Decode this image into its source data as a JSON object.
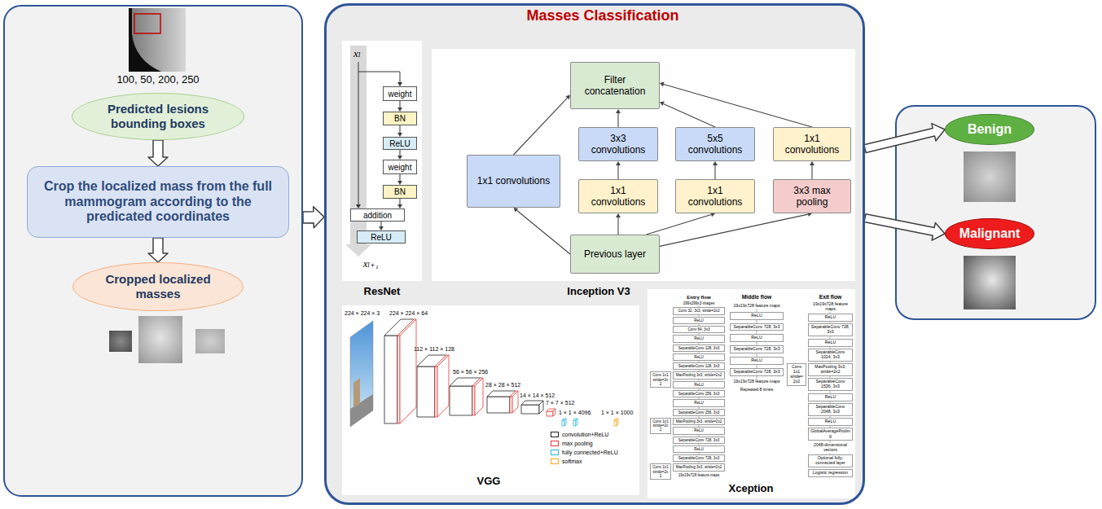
{
  "diagram": {
    "nodes": [
      {
        "text": [
          "100, 50, 200, 250"
        ]
      },
      {
        "text": [
          "Predicted lesions bounding boxes"
        ],
        "in": 0
      },
      {
        "text": [
          "Crop the localized mass from the full mammogram according to the predicated coordinates"
        ],
        "in": 0
      },
      {
        "text": [
          "Cropped localized masses"
        ],
        "in": 0
      },
      {
        "text": [
          "Masses Classification"
        ]
      },
      {
        "text": [
          "ResNet"
        ],
        "in": 4
      },
      {
        "text": [
          "weight"
        ],
        "in": 5
      },
      {
        "text": [
          "BN"
        ],
        "in": 5
      },
      {
        "text": [
          "ReLU"
        ],
        "in": 5
      },
      {
        "text": [
          "weight"
        ],
        "in": 5
      },
      {
        "text": [
          "BN"
        ],
        "in": 5
      },
      {
        "text": [
          "addition"
        ],
        "in": 5
      },
      {
        "text": [
          "ReLU"
        ],
        "in": 5
      },
      {
        "text": [
          "Inception V3"
        ],
        "in": 4
      },
      {
        "text": [
          "Filter concatenation"
        ],
        "in": 13
      },
      {
        "text": [
          "1x1 convolutions"
        ],
        "in": 13
      },
      {
        "text": [
          "3x3 convolutions"
        ],
        "in": 13
      },
      {
        "text": [
          "5x5 convolutions"
        ],
        "in": 13
      },
      {
        "text": [
          "1x1 convolutions"
        ],
        "in": 13
      },
      {
        "text": [
          "1x1 convolutions"
        ],
        "in": 13
      },
      {
        "text": [
          "1x1 convolutions"
        ],
        "in": 13
      },
      {
        "text": [
          "3x3 max pooling"
        ],
        "in": 13
      },
      {
        "text": [
          "Previous layer"
        ],
        "in": 13
      },
      {
        "text": [
          "VGG"
        ],
        "in": 4
      },
      {
        "text": [
          "Xception"
        ],
        "in": 4
      },
      {
        "text": [
          "Benign"
        ]
      },
      {
        "text": [
          "Malignant"
        ]
      }
    ],
    "edges": [
      {
        "from": 0,
        "to": 4,
        "arrow": "to"
      },
      {
        "from": 1,
        "to": 2,
        "arrow": "to"
      },
      {
        "from": 2,
        "to": 3,
        "arrow": "to"
      },
      {
        "from": 6,
        "to": 7,
        "arrow": "to"
      },
      {
        "from": 7,
        "to": 8,
        "arrow": "to"
      },
      {
        "from": 8,
        "to": 9,
        "arrow": "to"
      },
      {
        "from": 9,
        "to": 10,
        "arrow": "to"
      },
      {
        "from": 10,
        "to": 11,
        "arrow": "to"
      },
      {
        "from": 11,
        "to": 12,
        "arrow": "to"
      },
      {
        "from": 22,
        "to": 15,
        "arrow": "to"
      },
      {
        "from": 22,
        "to": 19,
        "arrow": "to"
      },
      {
        "from": 22,
        "to": 20,
        "arrow": "to"
      },
      {
        "from": 22,
        "to": 21,
        "arrow": "to"
      },
      {
        "from": 19,
        "to": 16,
        "arrow": "to"
      },
      {
        "from": 20,
        "to": 17,
        "arrow": "to"
      },
      {
        "from": 21,
        "to": 18,
        "arrow": "to"
      },
      {
        "from": 15,
        "to": 14,
        "arrow": "to"
      },
      {
        "from": 16,
        "to": 14,
        "arrow": "to"
      },
      {
        "from": 17,
        "to": 14,
        "arrow": "to"
      },
      {
        "from": 18,
        "to": 14,
        "arrow": "to"
      },
      {
        "from": 4,
        "to": 25,
        "arrow": "to"
      },
      {
        "from": 4,
        "to": 26,
        "arrow": "to"
      }
    ],
    "labels": [
      "xₗ",
      "xₗ₊₁",
      "224 × 224 × 3",
      "224 × 224 × 64",
      "112 × 112 × 128",
      "56 × 56 × 256",
      "28 × 28 × 512",
      "14 × 14 × 512",
      "7 × 7 × 512",
      "1 × 1 × 4096",
      "1 × 1 × 1000",
      "Entry flow",
      "299x299x3 images",
      "Conv 32, 3x3, stride=2x2",
      "ReLU",
      "Conv 64, 3x3",
      "ReLU",
      "SeparableConv 128, 3x3",
      "ReLU",
      "SeparableConv 128, 3x3",
      "MaxPooling 3x3, stride=2x2",
      "Conv 1x1 stride=2x2",
      "ReLU",
      "SeparableConv 256, 3x3",
      "ReLU",
      "SeparableConv 256, 3x3",
      "MaxPooling 3x3, stride=2x2",
      "Conv 1x1 stride=2x2",
      "ReLU",
      "SeparableConv 728, 3x3",
      "ReLU",
      "SeparableConv 728, 3x3",
      "MaxPooling 3x3, stride=2x2",
      "Conv 1x1 stride=2x2",
      "19x19x728 feature maps",
      "Middle flow",
      "19x19x728 feature maps",
      "ReLU",
      "SeparableConv 728, 3x3",
      "ReLU",
      "SeparableConv 728, 3x3",
      "ReLU",
      "SeparableConv 728, 3x3",
      "19x19x728 feature maps",
      "Repeated 8 times",
      "Exit flow",
      "19x19x728 feature maps",
      "ReLU",
      "SeparableConv 728, 3x3",
      "ReLU",
      "SeparableConv 1024, 3x3",
      "MaxPooling 3x3, stride=2x2",
      "Conv 1x1 stride=2x2",
      "SeparableConv 1536, 3x3",
      "ReLU",
      "SeparableConv 2048, 3x3",
      "ReLU",
      "GlobalAveragePooling",
      "2048-dimensional vectors",
      "Optional fully-connected layer",
      "Logistic regression"
    ],
    "legend": [
      {
        "text": "convolution+ReLU",
        "color": "#222222"
      },
      {
        "text": "max pooling",
        "color": "#e53935"
      },
      {
        "text": "fully connected+ReLU",
        "color": "#29b6d8"
      },
      {
        "text": "softmax",
        "color": "#f5a623"
      }
    ]
  }
}
